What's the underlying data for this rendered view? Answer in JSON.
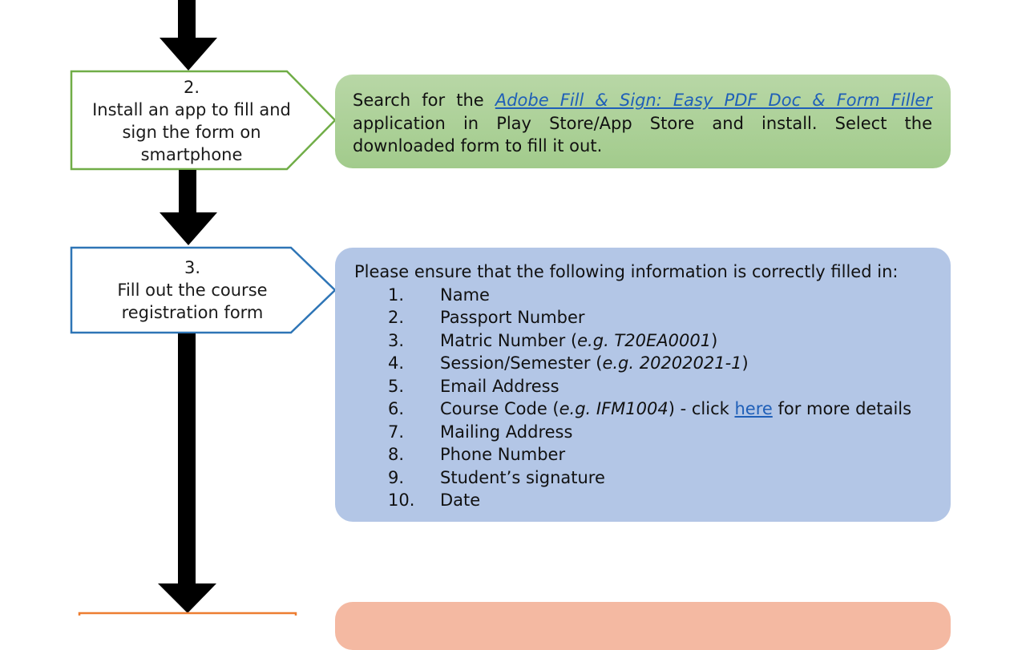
{
  "colors": {
    "step2_border": "#70ad47",
    "step3_border": "#2e75b6",
    "step4_border": "#ed7d31",
    "step2_note_bg": "#a9cf95",
    "step3_note_bg": "#b3c6e6",
    "step4_note_bg": "#f4b9a2",
    "arrow": "#000000",
    "link": "#1f5fb8"
  },
  "steps": [
    {
      "number": "2.",
      "title_lines": [
        "Install an app to fill and",
        "sign the form on",
        "smartphone"
      ]
    },
    {
      "number": "3.",
      "title_lines": [
        "Fill out the course",
        "registration form"
      ]
    }
  ],
  "step2_note": {
    "prefix": "Search for the ",
    "link_text": "Adobe Fill & Sign: Easy PDF Doc & Form Filler",
    "line2": "application in Play Store/App Store and install. Select the",
    "line3": "downloaded form to fill it out."
  },
  "step3_note": {
    "intro": "Please ensure that the following information is correctly filled in:",
    "items": [
      {
        "num": "1.",
        "text": "Name"
      },
      {
        "num": "2.",
        "text": "Passport Number"
      },
      {
        "num": "3.",
        "text": "Matric Number (",
        "example_prefix": "e.g. ",
        "example": "T20EA0001",
        "suffix": ")"
      },
      {
        "num": "4.",
        "text": "Session/Semester (",
        "example_prefix": "e.g. ",
        "example": "20202021-1",
        "suffix": ")"
      },
      {
        "num": "5.",
        "text": "Email Address"
      },
      {
        "num": "6.",
        "text": "Course Code (",
        "example_prefix": "e.g. ",
        "example": "IFM1004",
        "suffix": ") - click ",
        "link_text": "here",
        "after_link": " for more details"
      },
      {
        "num": "7.",
        "text": "Mailing Address"
      },
      {
        "num": "8.",
        "text": "Phone Number"
      },
      {
        "num": "9.",
        "text": "Student’s signature"
      },
      {
        "num": "10.",
        "text": "Date"
      }
    ]
  }
}
